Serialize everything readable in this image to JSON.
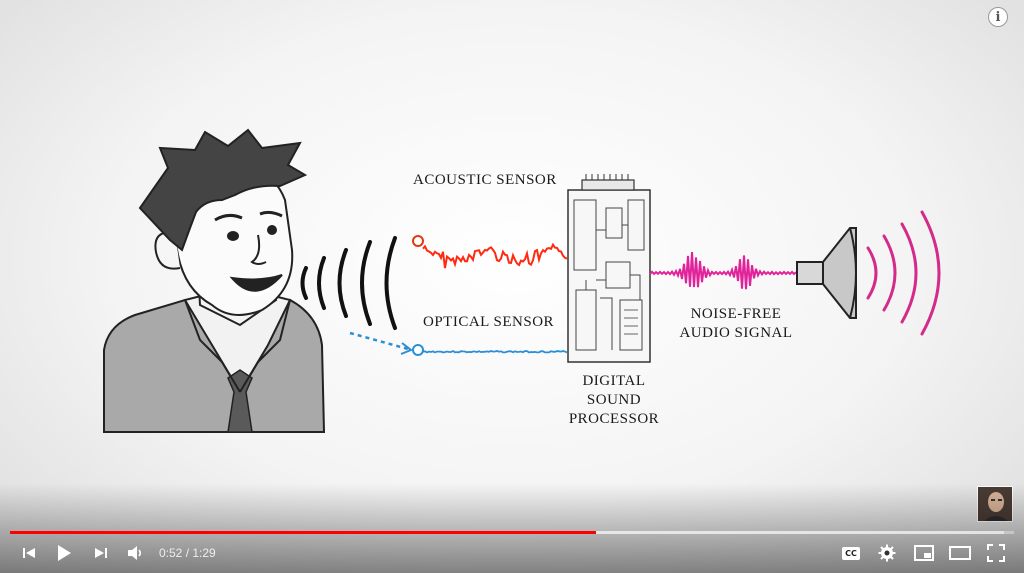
{
  "video": {
    "labels": {
      "acoustic_sensor": "ACOUSTIC SENSOR",
      "optical_sensor": "OPTICAL SENSOR",
      "noise_free_1": "NOISE-FREE",
      "noise_free_2": "AUDIO SIGNAL",
      "dsp_1": "DIGITAL",
      "dsp_2": "SOUND",
      "dsp_3": "PROCESSOR"
    },
    "colors": {
      "acoustic_wave": "#ff2a10",
      "optical_wave": "#2a8fd8",
      "output_wave": "#e0239a"
    }
  },
  "player": {
    "info_icon": "info-icon",
    "info_glyph": "i",
    "progress": {
      "played_fraction": 0.584,
      "loaded_fraction": 0.99,
      "accent": "#ff0000"
    },
    "time": {
      "current": "0:52",
      "duration": "1:29",
      "separator": " / "
    },
    "controls": {
      "cc_label": "CC",
      "icons": [
        "previous-icon",
        "play-icon",
        "next-icon",
        "volume-icon",
        "captions-icon",
        "settings-icon",
        "miniplayer-icon",
        "theater-icon",
        "fullscreen-icon"
      ]
    }
  }
}
